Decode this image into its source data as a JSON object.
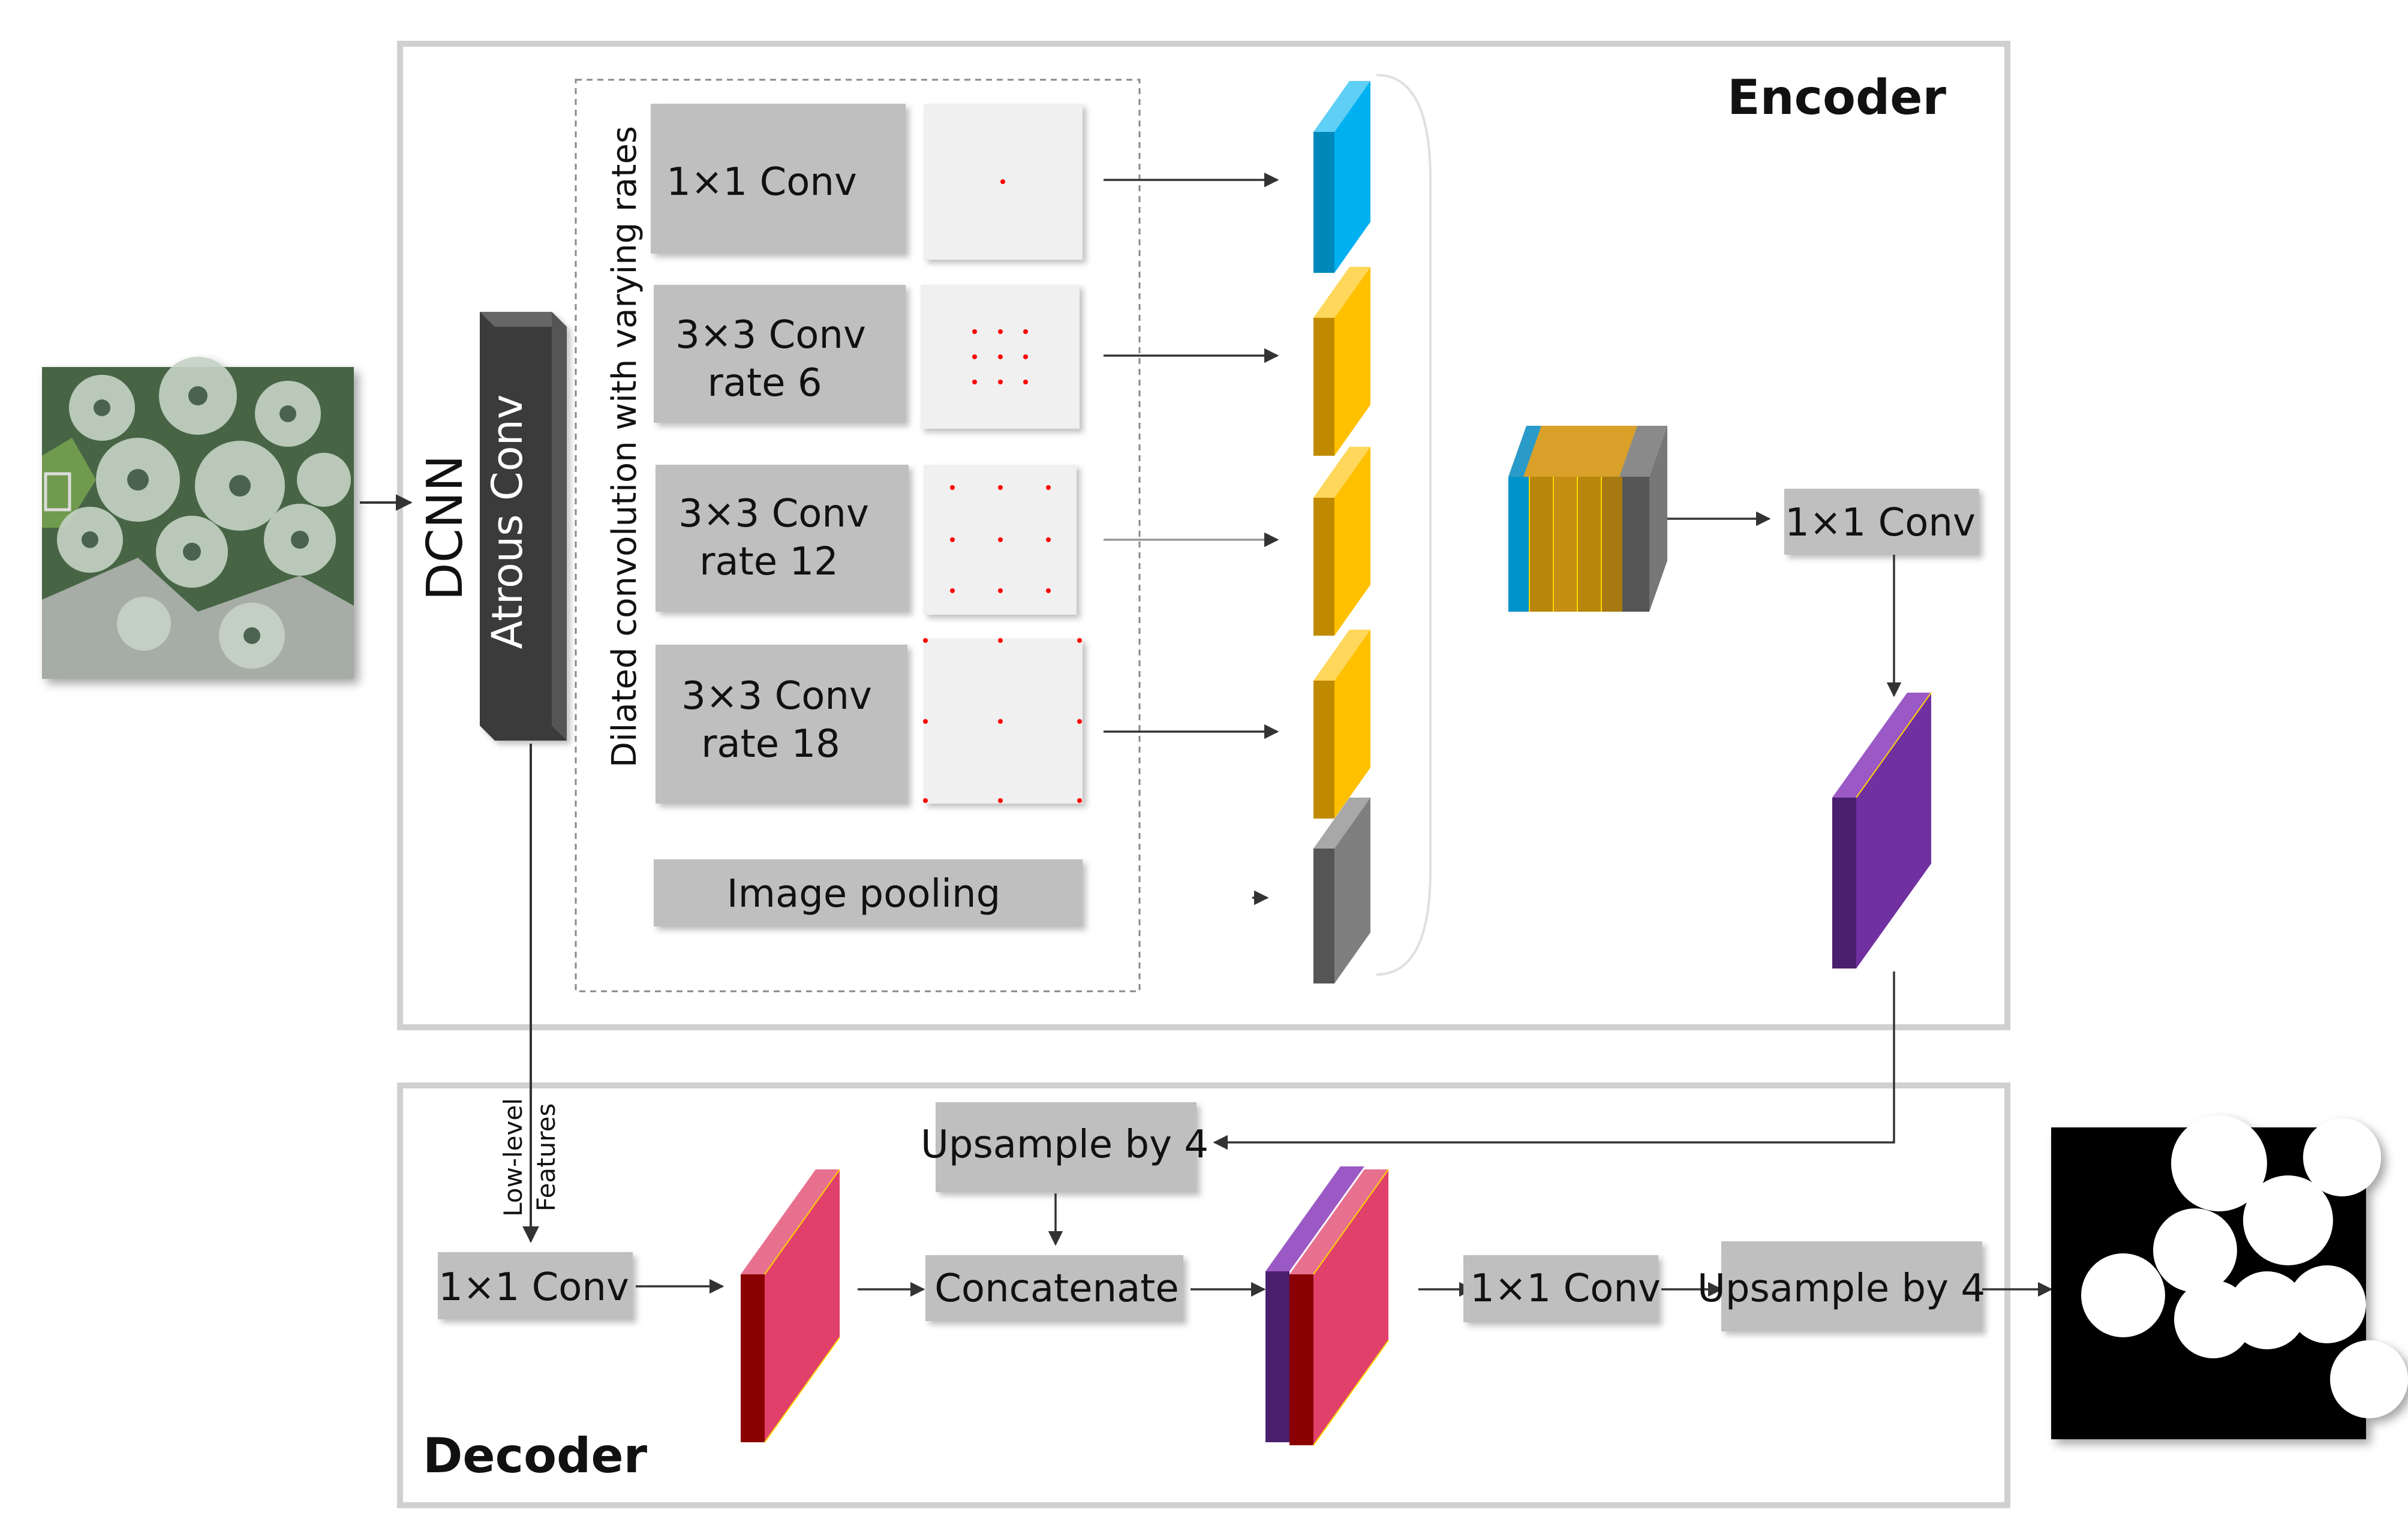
{
  "encoder": {
    "title": "Encoder",
    "dcnn_label": "DCNN",
    "atrous_label": "Atrous Conv",
    "dilated_label": "Dilated convolution with varying rates",
    "branches": [
      {
        "line1": "1×1 Conv",
        "line2": ""
      },
      {
        "line1": "3×3 Conv",
        "line2": "rate 6"
      },
      {
        "line1": "3×3 Conv",
        "line2": "rate 12"
      },
      {
        "line1": "3×3 Conv",
        "line2": "rate 18"
      }
    ],
    "image_pooling": "Image pooling",
    "conv1x1": "1×1 Conv"
  },
  "decoder": {
    "title": "Decoder",
    "low_level_line1": "Low-level",
    "low_level_line2": "Features",
    "conv1x1_a": "1×1 Conv",
    "upsample_top": "Upsample by 4",
    "concatenate": "Concatenate",
    "conv1x1_b": "1×1 Conv",
    "upsample_out": "Upsample by 4"
  },
  "colors": {
    "blue": "#00B0F0",
    "gold": "#FFC000",
    "gray": "#7F7F7F",
    "purple": "#7030A0",
    "crimson": "#E0406A",
    "darkred": "#8B0000",
    "dot": "#FF0000",
    "box": "#BFBFBF"
  },
  "icons": {
    "input": "aerial-palm-image",
    "output": "segmentation-mask-image"
  }
}
